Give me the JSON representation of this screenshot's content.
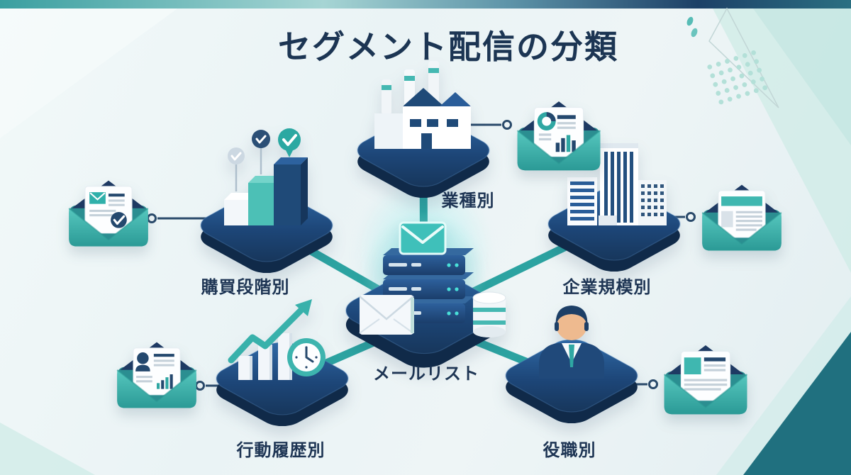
{
  "title": "セグメント配信の分類",
  "center_node": {
    "label": "メールリスト",
    "icon": "mail-server-database-hub"
  },
  "category_nodes": [
    {
      "id": "industry",
      "label": "業種別",
      "icon": "factory"
    },
    {
      "id": "purchase-stage",
      "label": "購買段階別",
      "icon": "ascending-steps-checkmarks"
    },
    {
      "id": "company-size",
      "label": "企業規模別",
      "icon": "office-buildings"
    },
    {
      "id": "behavior-history",
      "label": "行動履歴別",
      "icon": "bar-chart-arrow-clock"
    },
    {
      "id": "job-title",
      "label": "役職別",
      "icon": "businessperson"
    }
  ],
  "envelopes": [
    {
      "id": "industry-mail",
      "icon": "open-envelope-report-chart-document"
    },
    {
      "id": "purchase-stage-mail",
      "icon": "open-envelope-checkmark-document"
    },
    {
      "id": "company-size-mail",
      "icon": "open-envelope-banner-document"
    },
    {
      "id": "behavior-history-mail",
      "icon": "open-envelope-profile-stats-document"
    },
    {
      "id": "job-title-mail",
      "icon": "open-envelope-image-document"
    }
  ],
  "colors": {
    "background": "#edf4f6",
    "accent_teal": "#2ca3a1",
    "envelope_teal": "#3fb7b0",
    "navy": "#1d3a63",
    "platform_blue": "#1f4a78",
    "title_navy": "#1c3553",
    "corner_wedge_teal": "#20707f"
  }
}
